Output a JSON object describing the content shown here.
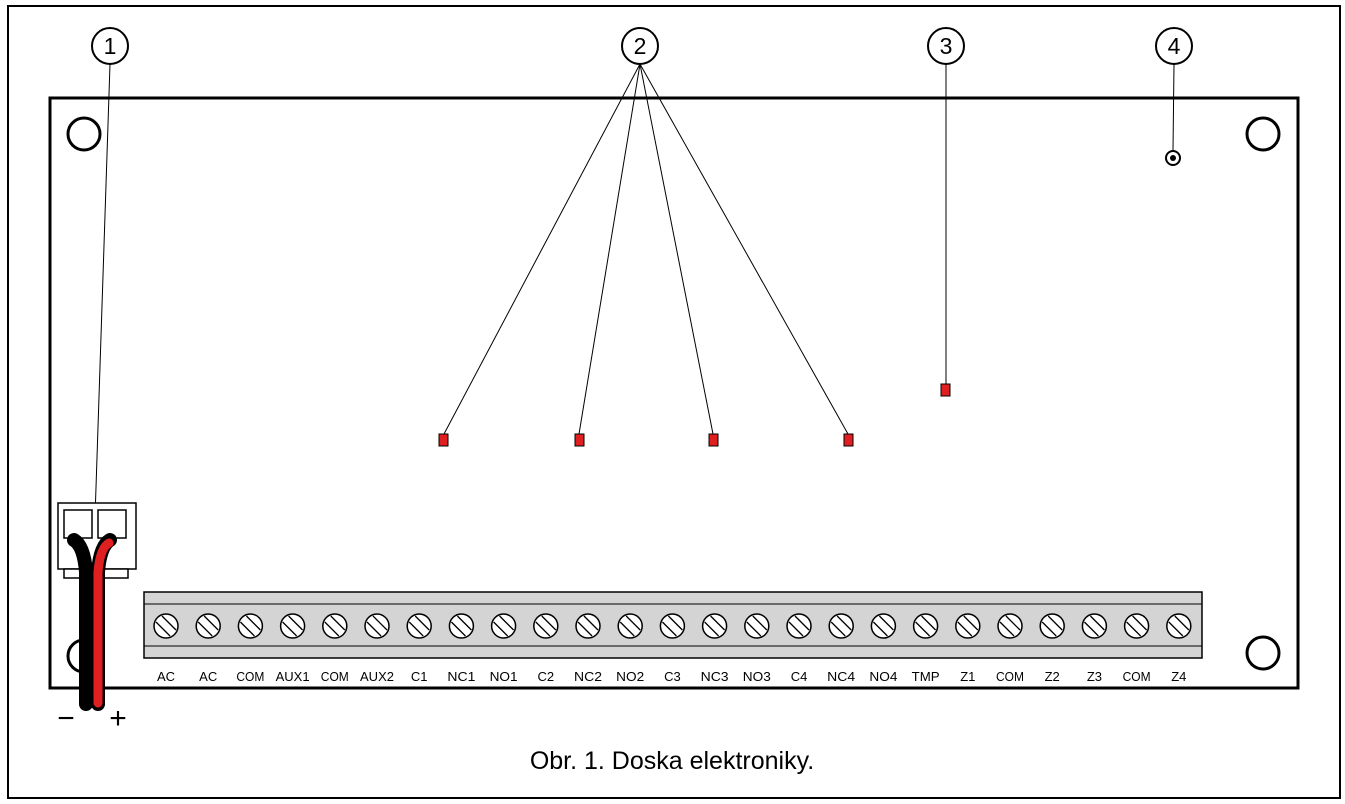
{
  "figure": {
    "caption": "Obr. 1. Doska elektroniky."
  },
  "callouts": [
    "1",
    "2",
    "3",
    "4"
  ],
  "power_cable": {
    "minus_label": "−",
    "plus_label": "+"
  },
  "terminals": [
    "AC",
    "AC",
    "COM",
    "AUX1",
    "COM",
    "AUX2",
    "C1",
    "NC1",
    "NO1",
    "C2",
    "NC2",
    "NO2",
    "C3",
    "NC3",
    "NO3",
    "C4",
    "NC4",
    "NO4",
    "TMP",
    "Z1",
    "COM",
    "Z2",
    "Z3",
    "COM",
    "Z4"
  ],
  "colors": {
    "led": "#e02020",
    "wire_red": "#e02020",
    "wire_black": "#000000",
    "terminal_block": "#d4d4d4"
  }
}
